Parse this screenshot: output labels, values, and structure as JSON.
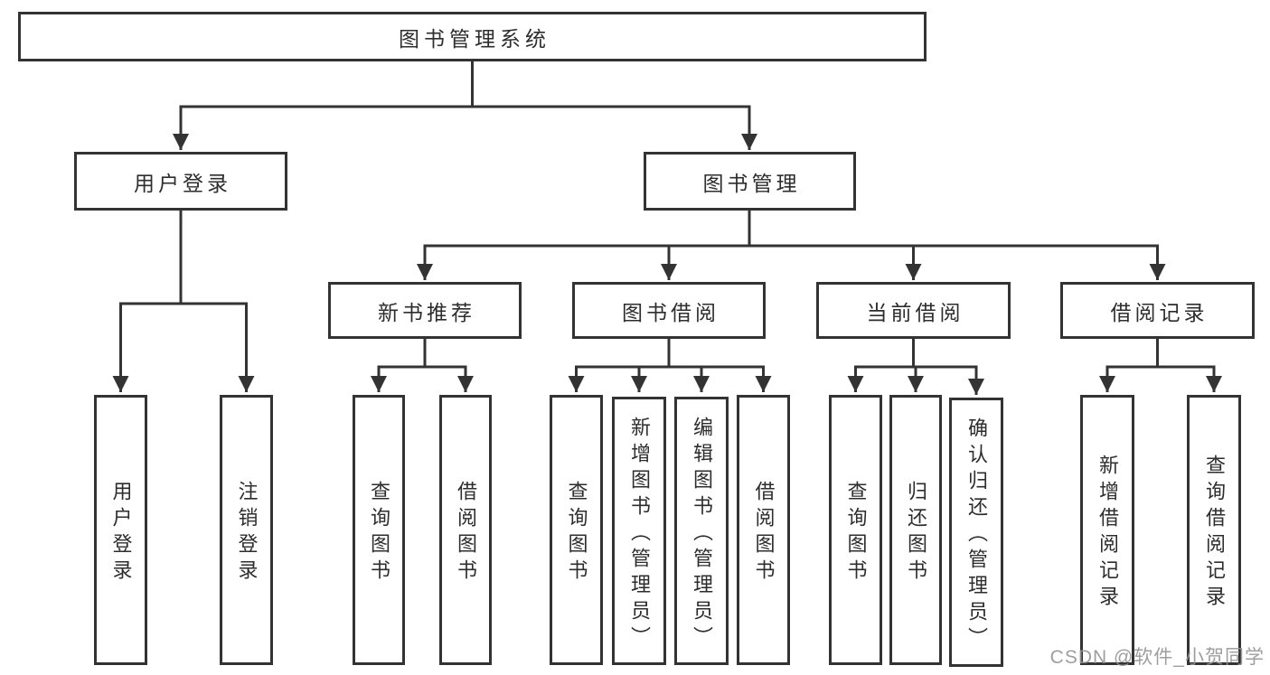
{
  "diagram": {
    "root": {
      "label": "图书管理系统"
    },
    "branches": [
      {
        "label": "用户登录",
        "children": [
          {
            "label": "用户登录"
          },
          {
            "label": "注销登录"
          }
        ]
      },
      {
        "label": "图书管理",
        "children": [
          {
            "label": "新书推荐",
            "children": [
              {
                "label": "查询图书"
              },
              {
                "label": "借阅图书"
              }
            ]
          },
          {
            "label": "图书借阅",
            "children": [
              {
                "label": "查询图书"
              },
              {
                "label": "新增图书（管理员）"
              },
              {
                "label": "编辑图书（管理员）"
              },
              {
                "label": "借阅图书"
              }
            ]
          },
          {
            "label": "当前借阅",
            "children": [
              {
                "label": "查询图书"
              },
              {
                "label": "归还图书"
              },
              {
                "label": "确认归还（管理员）"
              }
            ]
          },
          {
            "label": "借阅记录",
            "children": [
              {
                "label": "新增借阅记录"
              },
              {
                "label": "查询借阅记录"
              }
            ]
          }
        ]
      }
    ]
  },
  "watermark": {
    "text": "CSDN @软件_小贺同学"
  },
  "colors": {
    "line": "#333333",
    "box_border": "#333333",
    "box_fill": "#ffffff",
    "text": "#2d2d2d",
    "watermark": "#949494"
  }
}
